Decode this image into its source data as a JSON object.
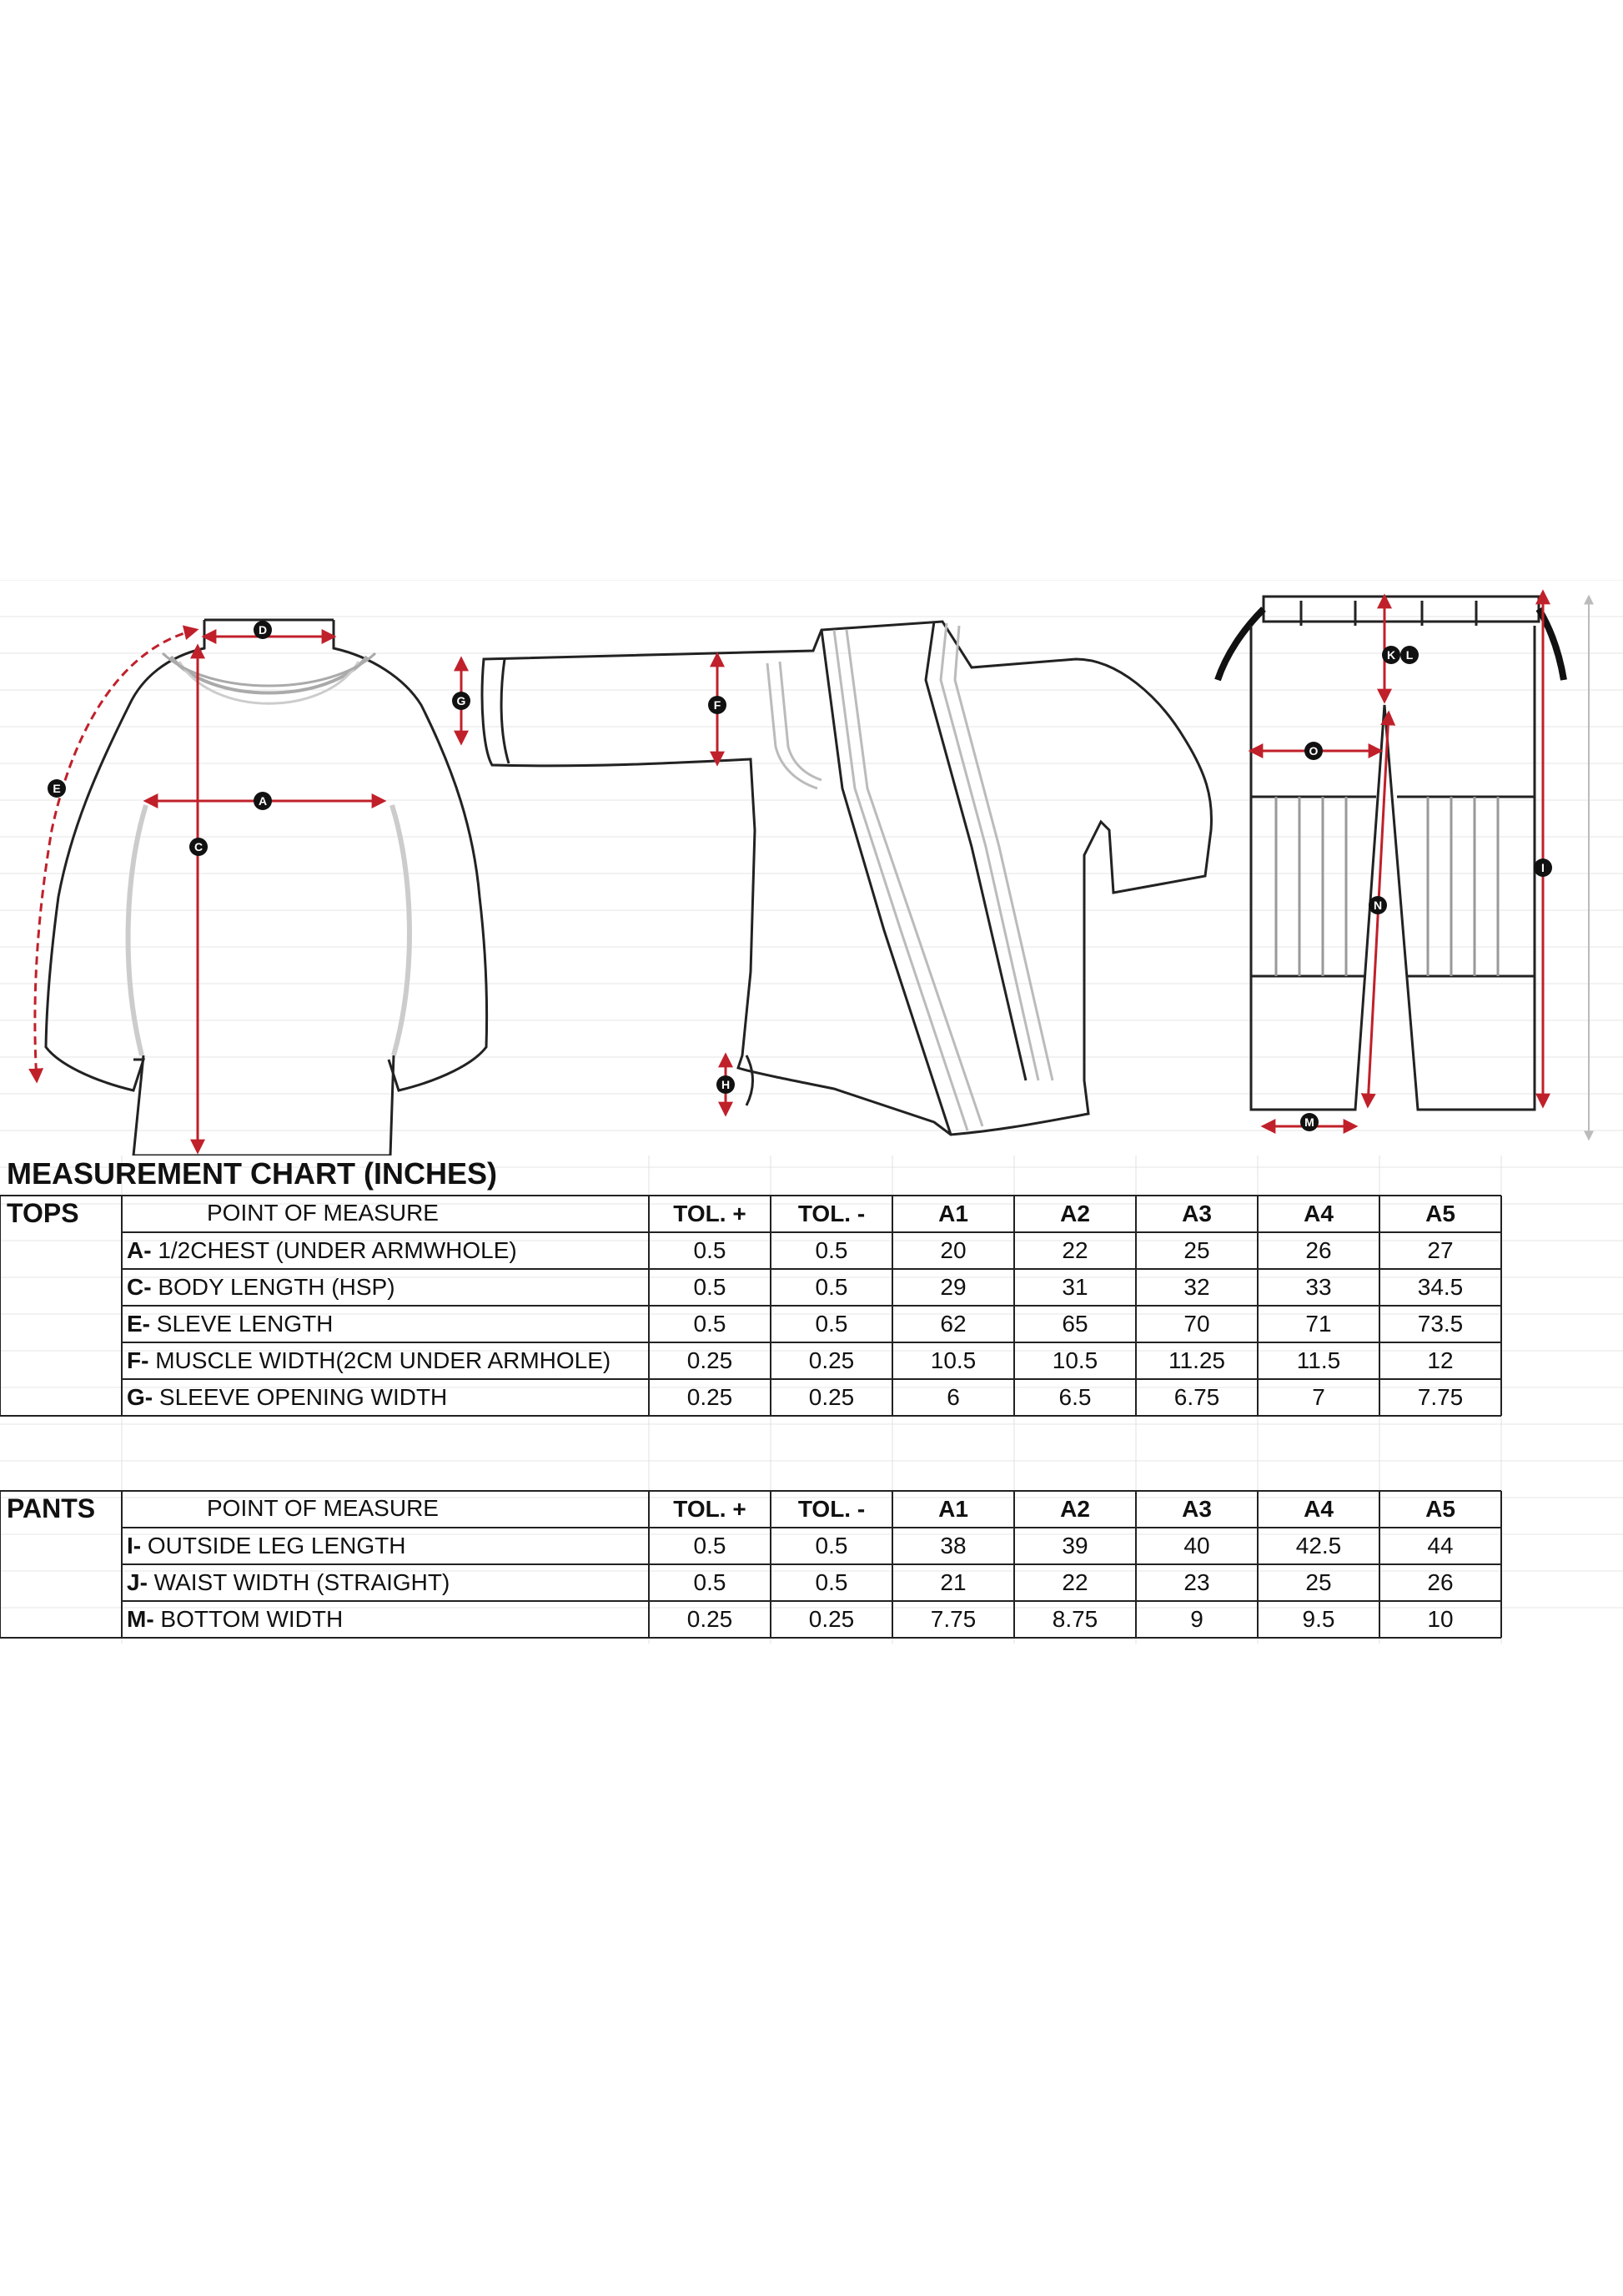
{
  "chart_title": "MEASUREMENT CHART (INCHES)",
  "columns": [
    "TOL. +",
    "TOL. -",
    "A1",
    "A2",
    "A3",
    "A4",
    "A5"
  ],
  "diagram_markers": [
    "A",
    "C",
    "D",
    "E",
    "F",
    "G",
    "H",
    "I",
    "K",
    "L",
    "M",
    "N",
    "O"
  ],
  "colors": {
    "measure_line": "#c0202a",
    "outline": "#222222",
    "grid": "#d9d9d9"
  },
  "tops": {
    "title": "TOPS",
    "poi_header": "POINT OF MEASURE",
    "rows": [
      {
        "code": "A-",
        "label": " 1/2CHEST (UNDER ARMWHOLE)",
        "values": [
          "0.5",
          "0.5",
          "20",
          "22",
          "25",
          "26",
          "27"
        ]
      },
      {
        "code": "C-",
        "label": " BODY LENGTH (HSP)",
        "values": [
          "0.5",
          "0.5",
          "29",
          "31",
          "32",
          "33",
          "34.5"
        ]
      },
      {
        "code": "E-",
        "label": " SLEVE LENGTH",
        "values": [
          "0.5",
          "0.5",
          "62",
          "65",
          "70",
          "71",
          "73.5"
        ]
      },
      {
        "code": "F-",
        "label": " MUSCLE WIDTH(2CM UNDER ARMHOLE)",
        "values": [
          "0.25",
          "0.25",
          "10.5",
          "10.5",
          "11.25",
          "11.5",
          "12"
        ]
      },
      {
        "code": "G-",
        "label": " SLEEVE OPENING WIDTH",
        "values": [
          "0.25",
          "0.25",
          "6",
          "6.5",
          "6.75",
          "7",
          "7.75"
        ]
      }
    ]
  },
  "pants": {
    "title": "PANTS",
    "poi_header": "POINT OF MEASURE",
    "rows": [
      {
        "code": "I-",
        "label": " OUTSIDE LEG LENGTH",
        "values": [
          "0.5",
          "0.5",
          "38",
          "39",
          "40",
          "42.5",
          "44"
        ]
      },
      {
        "code": "J-",
        "label": " WAIST WIDTH (STRAIGHT)",
        "values": [
          "0.5",
          "0.5",
          "21",
          "22",
          "23",
          "25",
          "26"
        ]
      },
      {
        "code": "M-",
        "label": " BOTTOM WIDTH",
        "values": [
          "0.25",
          "0.25",
          "7.75",
          "8.75",
          "9",
          "9.5",
          "10"
        ]
      }
    ]
  }
}
